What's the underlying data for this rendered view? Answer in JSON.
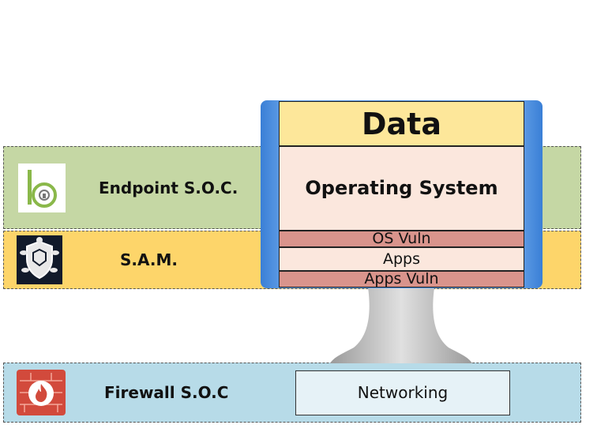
{
  "bands": {
    "endpoint": {
      "label": "Endpoint S.O.C.",
      "color": "#c5d7a4",
      "logo": "endpoint-b-logo"
    },
    "sam": {
      "label": "S.A.M.",
      "color": "#fdd56a",
      "logo": "turtle-shield-logo"
    },
    "firewall": {
      "label": "Firewall S.O.C",
      "color": "#b7dbe8",
      "logo": "firewall-flame-logo"
    }
  },
  "stack": {
    "data": "Data",
    "operating_system": "Operating System",
    "os_vuln": "OS Vuln",
    "apps": "Apps",
    "apps_vuln": "Apps Vuln"
  },
  "networking": "Networking",
  "colors": {
    "data": "#fde79a",
    "os": "#fbe7dd",
    "vuln": "#d9948c",
    "monitor": "#4a8ee0",
    "stand": "#c4c4c4",
    "networking": "#e6f2f7"
  }
}
